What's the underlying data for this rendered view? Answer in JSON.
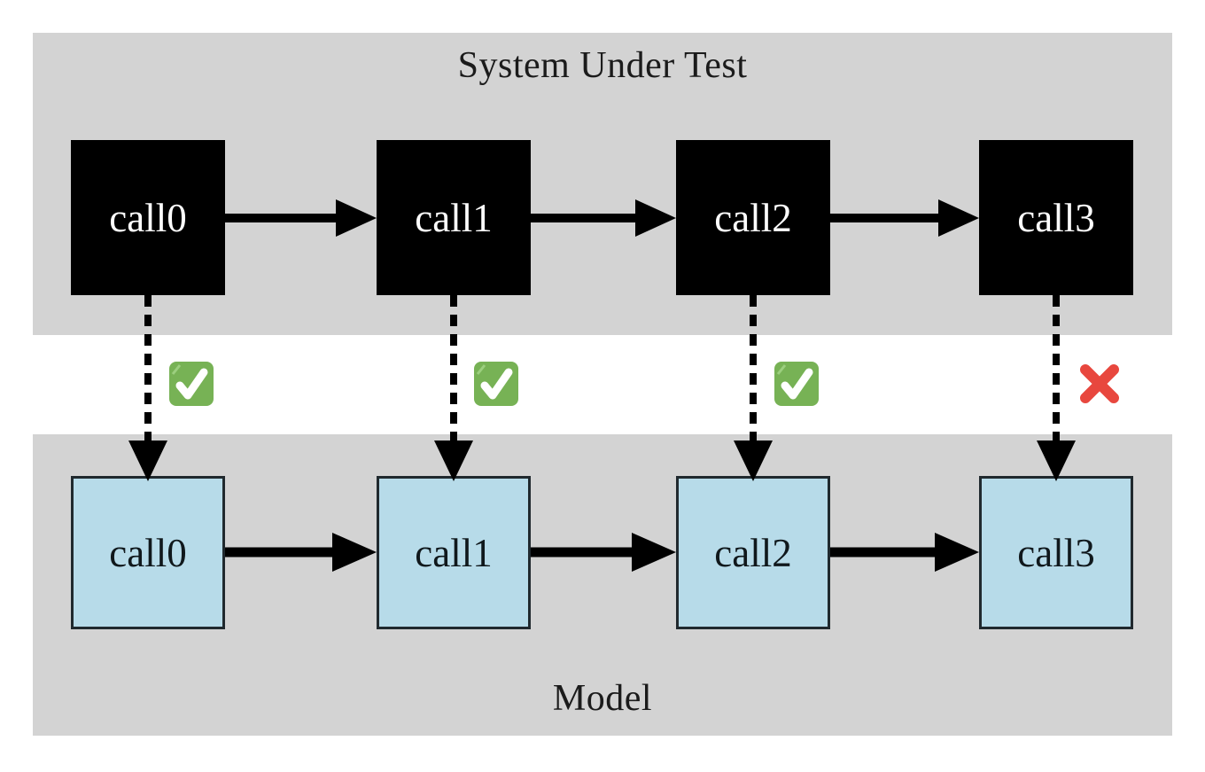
{
  "diagram": {
    "sut": {
      "title": "System Under Test",
      "nodes": [
        {
          "label": "call0"
        },
        {
          "label": "call1"
        },
        {
          "label": "call2"
        },
        {
          "label": "call3"
        }
      ]
    },
    "model": {
      "title": "Model",
      "nodes": [
        {
          "label": "call0"
        },
        {
          "label": "call1"
        },
        {
          "label": "call2"
        },
        {
          "label": "call3"
        }
      ]
    },
    "comparisons": [
      {
        "from": "call0",
        "to": "call0",
        "verdict": "pass",
        "icon": "check-icon"
      },
      {
        "from": "call1",
        "to": "call1",
        "verdict": "pass",
        "icon": "check-icon"
      },
      {
        "from": "call2",
        "to": "call2",
        "verdict": "pass",
        "icon": "check-icon"
      },
      {
        "from": "call3",
        "to": "call3",
        "verdict": "fail",
        "icon": "cross-icon"
      }
    ],
    "colors": {
      "band_background": "#d3d3d3",
      "sut_node_fill": "#000000",
      "sut_node_text": "#ffffff",
      "model_node_fill": "#b7dbe9",
      "model_node_border": "#20292e",
      "arrow": "#000000",
      "pass_green": "#77b255",
      "fail_red": "#e8473e"
    }
  }
}
